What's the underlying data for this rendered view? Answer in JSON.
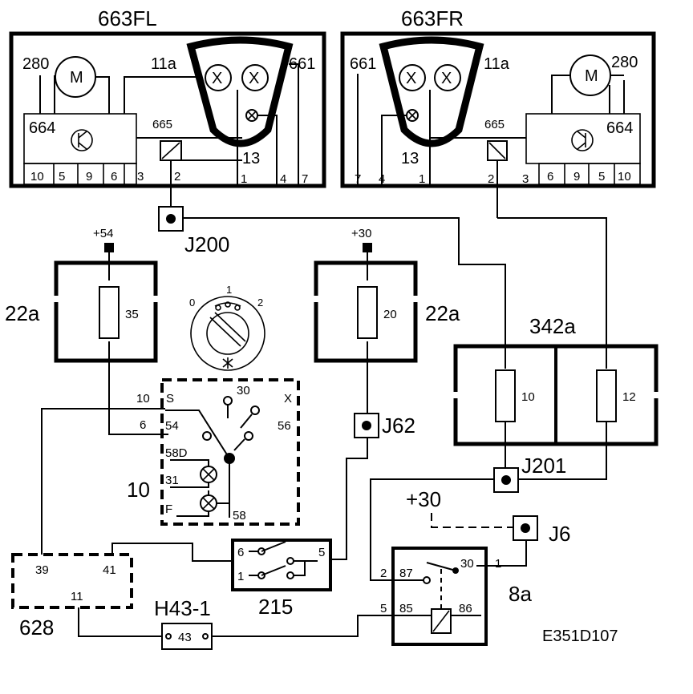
{
  "diagram_id": "E351D107",
  "wiper_front_left": {
    "title": "663FL",
    "motor_label": "280",
    "motor_symbol": "M",
    "control_unit": "664",
    "relay_label": "665",
    "lamp_unit": "11a",
    "pump_label": "661",
    "ground_label": "13",
    "lamp_symbol": "X",
    "pins": [
      "10",
      "5",
      "9",
      "6",
      "3",
      "2",
      "1",
      "4",
      "7"
    ]
  },
  "wiper_front_right": {
    "title": "663FR",
    "motor_label": "280",
    "motor_symbol": "M",
    "control_unit": "664",
    "relay_label": "665",
    "lamp_unit": "11a",
    "pump_label": "661",
    "ground_label": "13",
    "lamp_symbol": "X",
    "pins": [
      "7",
      "4",
      "1",
      "2",
      "3",
      "6",
      "9",
      "5",
      "10"
    ]
  },
  "connectors": {
    "j200": "J200",
    "j62": "J62",
    "j201": "J201",
    "j6": "J6"
  },
  "supply": {
    "plus54": "+54",
    "plus30_a": "+30",
    "plus30_b": "+30"
  },
  "fuses": {
    "fuse_left_block": "22a",
    "fuse_left_value": "35",
    "fuse_mid_block": "22a",
    "fuse_mid_value": "20",
    "fusebox_right": "342a",
    "fuse_r1_value": "10",
    "fuse_r2_value": "12"
  },
  "switch_knob": {
    "pos0": "0",
    "pos1": "1",
    "pos2": "2"
  },
  "switch_10": {
    "label": "10",
    "term_s_num": "10",
    "term_s": "S",
    "term_54_num": "6",
    "term_54": "54",
    "term_30": "30",
    "term_x": "X",
    "term_56": "56",
    "term_58d": "58D",
    "term_31": "31",
    "term_f": "F",
    "term_58": "58"
  },
  "module_628": {
    "label": "628",
    "pin_39": "39",
    "pin_41": "41",
    "pin_11": "11"
  },
  "switch_215": {
    "label": "215",
    "pin_6": "6",
    "pin_5": "5",
    "pin_1": "1"
  },
  "fuse_h43": {
    "label": "H43-1",
    "value": "43"
  },
  "relay_8a": {
    "label": "8a",
    "pin_87": "87",
    "pin_30": "30",
    "pin_85": "85",
    "pin_86": "86",
    "wire_2": "2",
    "wire_1": "1",
    "wire_5": "5"
  }
}
